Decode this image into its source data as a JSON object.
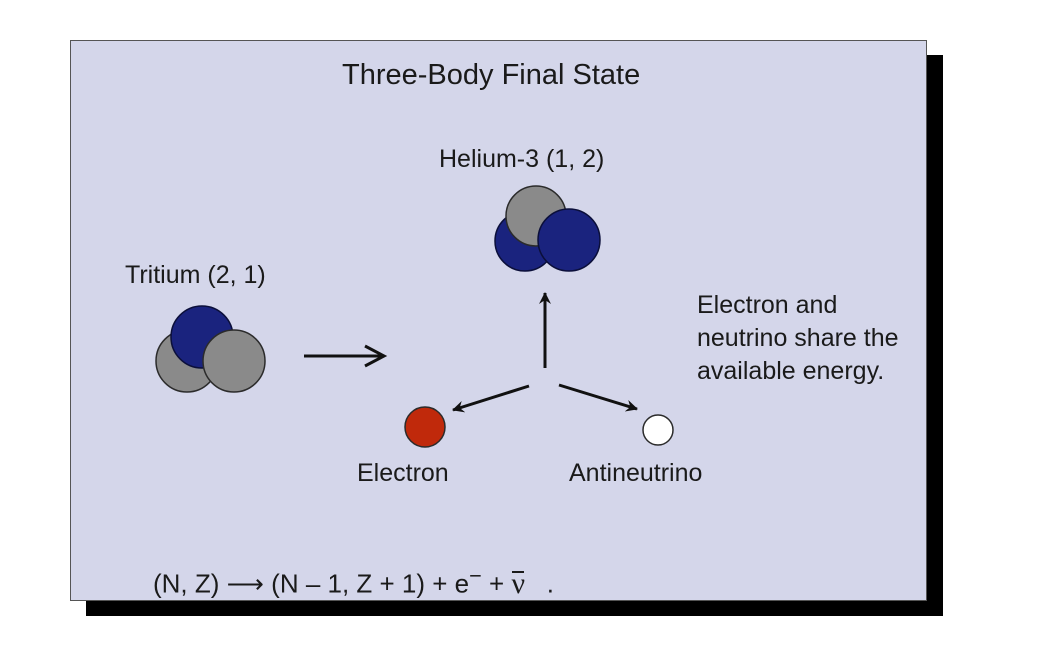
{
  "title": "Three-Body Final State",
  "labels": {
    "helium": "Helium-3 (1, 2)",
    "tritium": "Tritium (2, 1)",
    "electron": "Electron",
    "antineutrino": "Antineutrino"
  },
  "note": "Electron and neutrino share the available energy.",
  "equation": {
    "lhs": "(N, Z)",
    "arrow": "⟶",
    "rhs_open": "(N – 1, Z + 1) + e",
    "electron_sup": "−",
    "plus": "+",
    "nu": "ν",
    "period": "."
  },
  "colors": {
    "panel": "#d4d6ea",
    "neutron": "#8a8a8a",
    "proton": "#1a237e",
    "electron": "#c0290b",
    "antineutrino": "#ffffff"
  },
  "icons": {
    "tritium": "tritium-nucleus-icon",
    "helium": "helium-3-nucleus-icon",
    "electron": "electron-particle-icon",
    "antineutrino": "antineutrino-particle-icon"
  }
}
